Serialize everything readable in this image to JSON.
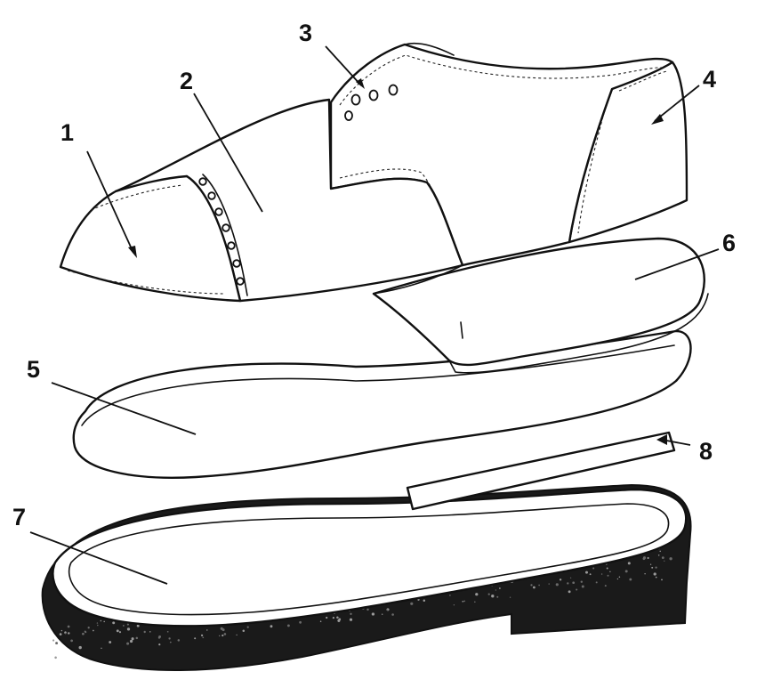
{
  "labels": {
    "toe_cap": "1",
    "vamp": "2",
    "quarter_eyelets": "3",
    "back_counter": "4",
    "insole": "5",
    "half_insole": "6",
    "outsole": "7",
    "shank_strip": "8"
  },
  "colors": {
    "line": "#111111",
    "background": "#ffffff",
    "sole_edge": "#1a1a1a"
  }
}
